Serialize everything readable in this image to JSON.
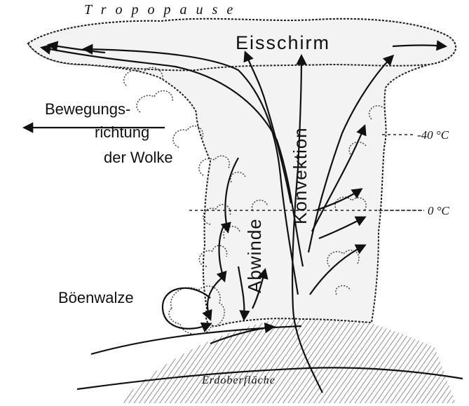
{
  "labels": {
    "tropopause": "T r o p o p a u s e",
    "eisschirm": "Eisschirm",
    "bewegungs": "Bewegungs-",
    "richtung": "richtung",
    "der_wolke": "der Wolke",
    "konvektion": "Konvektion",
    "abwinde": "Abwinde",
    "temp_minus40": "-40 °C",
    "temp_zero": "0 °C",
    "boenwalze": "Böenwalze",
    "erdoberflaeche": "Erdoberfläche"
  },
  "colors": {
    "ink": "#111111",
    "cloud_fill": "#f3f3f3",
    "hatch": "#555555"
  }
}
